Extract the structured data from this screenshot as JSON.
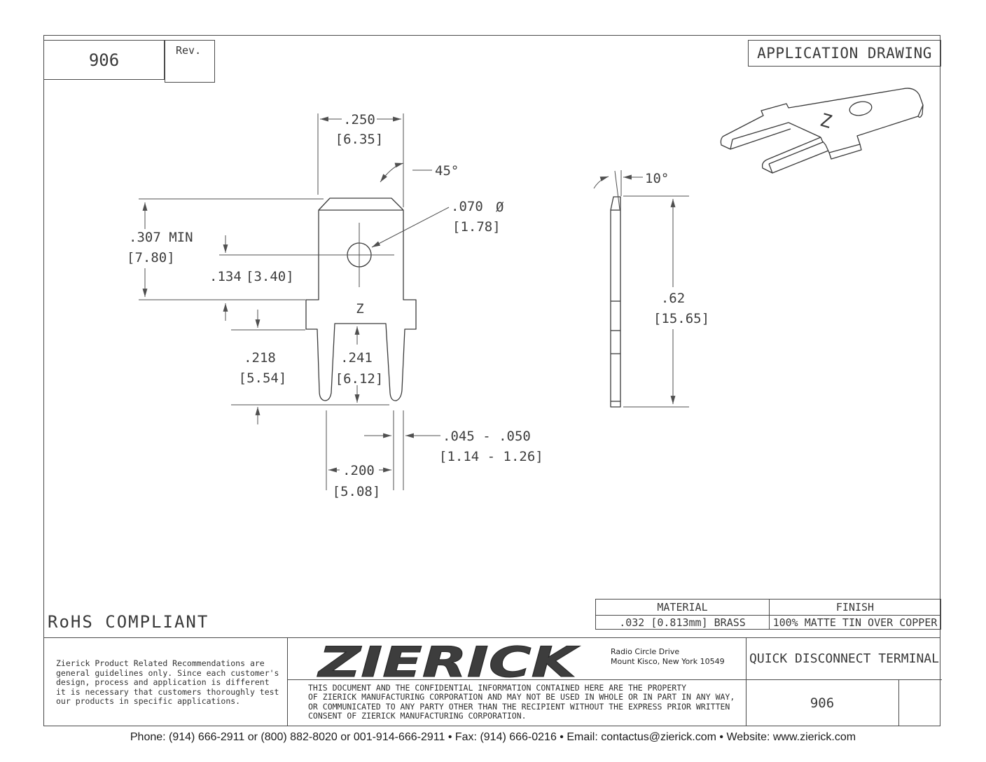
{
  "sheet": {
    "part_number": "906",
    "rev_label": "Rev.",
    "drawing_type": "APPLICATION DRAWING",
    "rohs": "RoHS COMPLIANT",
    "marking": "Z",
    "footer": "Phone: (914) 666-2911 or (800) 882-8020 or 001-914-666-2911 • Fax: (914) 666-0216 • Email: contactus@zierick.com • Website: www.zierick.com"
  },
  "front_view": {
    "blade_width_in": ".250",
    "blade_width_mm": "[6.35]",
    "chamfer_angle": "45°",
    "hole_dia_in": ".070",
    "hole_dia_symbol": "Ø",
    "hole_dia_mm": "[1.78]",
    "min_height_in": ".307 MIN",
    "min_height_mm": "[7.80]",
    "hole_to_seat_in": ".134",
    "hole_to_seat_mm": "[3.40]",
    "leg_length_in": ".218",
    "leg_length_mm": "[5.54]",
    "slot_depth_in": ".241",
    "slot_depth_mm": "[6.12]",
    "leg_tip_width_in": ".045 - .050",
    "leg_tip_width_mm": "[1.14 - 1.26]",
    "leg_spacing_in": ".200",
    "leg_spacing_mm": "[5.08]"
  },
  "side_view": {
    "bend_angle": "10°",
    "overall_height_in": ".62",
    "overall_height_mm": "[15.65]"
  },
  "specs": {
    "material_label": "MATERIAL",
    "material_value": ".032 [0.813mm] BRASS",
    "finish_label": "FINISH",
    "finish_value": "100% MATTE TIN OVER COPPER"
  },
  "title_block": {
    "logo": "ZIERICK",
    "address": "Radio Circle Drive\nMount Kisco, New York 10549",
    "product_title": "QUICK DISCONNECT TERMINAL",
    "part_number": "906",
    "recommendations": "Zierick Product Related Recommendations are\ngeneral guidelines only. Since each customer's\ndesign, process and application is different\nit is necessary that customers thoroughly test\nour products in specific applications.",
    "confidential": "THIS DOCUMENT AND THE CONFIDENTIAL INFORMATION CONTAINED HERE ARE THE PROPERTY\nOF ZIERICK MANUFACTURING CORPORATION AND MAY NOT BE USED IN WHOLE OR IN PART IN ANY WAY,\nOR COMMUNICATED TO ANY PARTY OTHER THAN THE RECIPIENT WITHOUT THE EXPRESS PRIOR WRITTEN\nCONSENT OF ZIERICK MANUFACTURING CORPORATION."
  }
}
